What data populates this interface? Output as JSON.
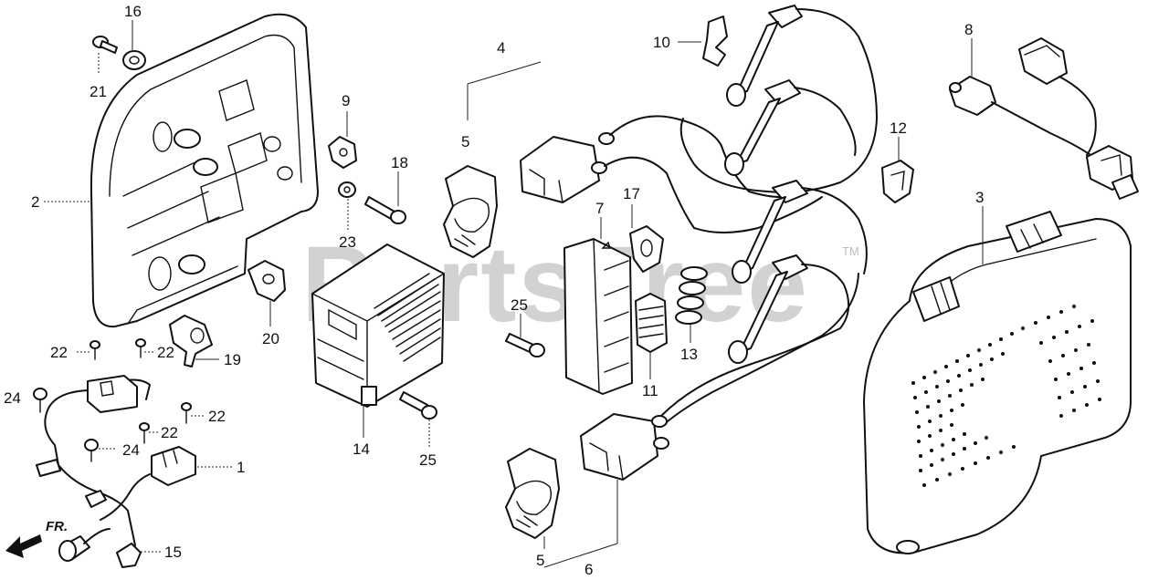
{
  "watermark": {
    "text": "PartsTree",
    "trademark": "TM"
  },
  "direction_label": "FR.",
  "callouts": {
    "c1": "1",
    "c2": "2",
    "c3": "3",
    "c4": "4",
    "c5a": "5",
    "c5b": "5",
    "c6": "6",
    "c7": "7",
    "c8": "8",
    "c9": "9",
    "c10": "10",
    "c11": "11",
    "c12": "12",
    "c13": "13",
    "c14": "14",
    "c15": "15",
    "c16": "16",
    "c17": "17",
    "c18": "18",
    "c19": "19",
    "c20": "20",
    "c21": "21",
    "c22a": "22",
    "c22b": "22",
    "c22c": "22",
    "c22d": "22",
    "c23": "23",
    "c24a": "24",
    "c24b": "24",
    "c25a": "25",
    "c25b": "25"
  },
  "colors": {
    "line": "#111111",
    "watermark": "#d2d2d2",
    "background": "#ffffff"
  }
}
